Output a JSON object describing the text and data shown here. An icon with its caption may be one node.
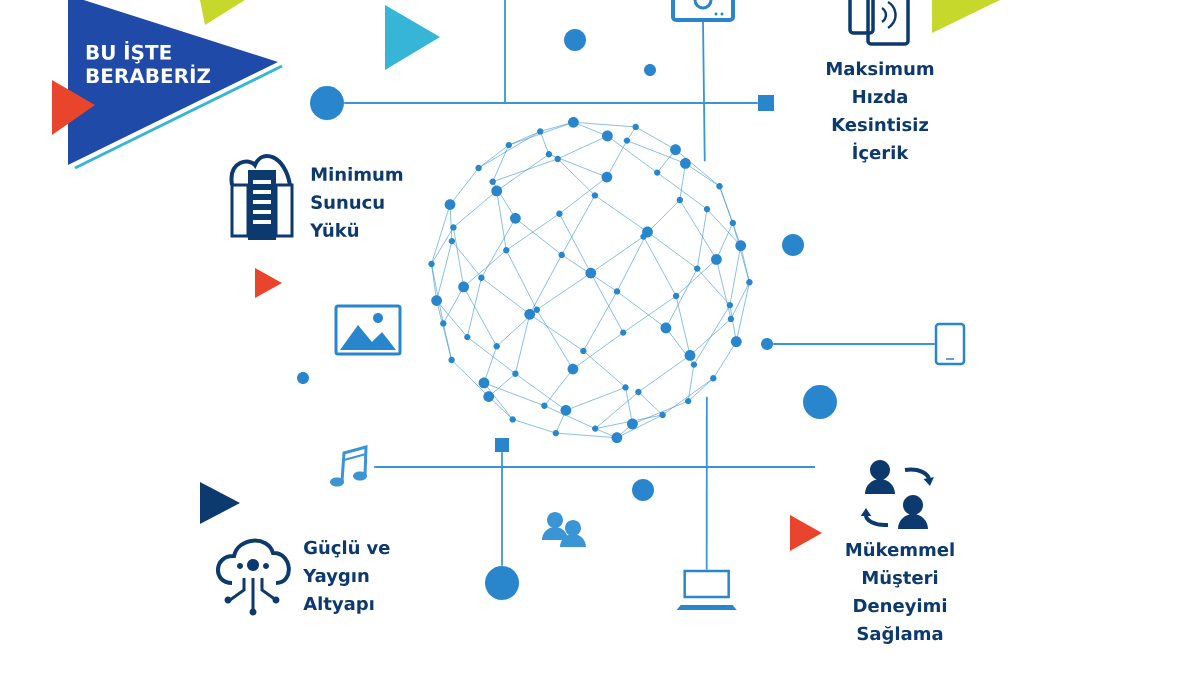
{
  "diagram": {
    "nodes": [
      {
        "text": [
          "BU İŞTE BERABERİZ"
        ]
      },
      {
        "text": [],
        "shape": "circle"
      },
      {
        "text": [],
        "shape": "box"
      },
      {
        "text": [],
        "shape": "picture"
      },
      {
        "text": [],
        "shape": "picture"
      },
      {
        "text": [],
        "shape": "circle"
      },
      {
        "text": [],
        "shape": "picture"
      },
      {
        "text": [],
        "shape": "picture"
      },
      {
        "text": [],
        "shape": "box"
      },
      {
        "text": [],
        "shape": "circle"
      },
      {
        "text": [],
        "shape": "picture"
      },
      {
        "text": [],
        "shape": "circle"
      },
      {
        "text": [],
        "shape": "circle"
      },
      {
        "text": [],
        "shape": "circle"
      },
      {
        "text": [],
        "shape": "circle"
      },
      {
        "text": [],
        "shape": "circle"
      },
      {
        "text": [],
        "shape": "circle"
      }
    ],
    "edges": [
      {
        "from": 1,
        "to": 2,
        "arrow": "none"
      },
      {
        "from": 3,
        "to": 4,
        "arrow": "none"
      },
      {
        "from": 5,
        "to": 6,
        "arrow": "none"
      },
      {
        "from": 7,
        "to": null,
        "arrow": "none"
      },
      {
        "from": 8,
        "to": 9,
        "arrow": "none"
      },
      {
        "from": 4,
        "to": 10,
        "arrow": "none"
      }
    ],
    "labels": [
      "Maksimum Hızda Kesintisiz İçerik",
      "Minimum Sunucu Yükü",
      "Güçlü ve Yaygın Altyapı",
      "Mükemmel Müşteri Deneyimi Sağlama"
    ]
  }
}
